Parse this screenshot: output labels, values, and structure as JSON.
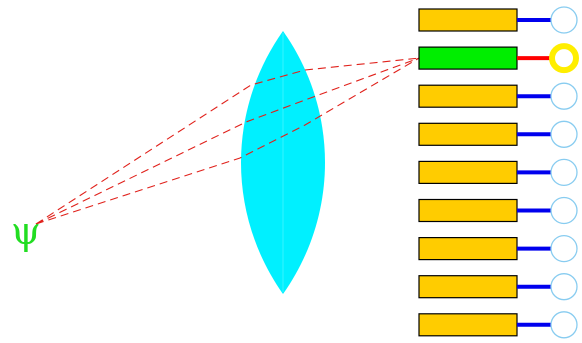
{
  "source": {
    "symbol": "ψ",
    "color": "#22dd22"
  },
  "lens": {
    "fill": "#00f0ff"
  },
  "rays": {
    "color": "#e0201a",
    "style": "dashed",
    "count": 3
  },
  "elements": {
    "count": 9,
    "active_index": 1,
    "bar_fill": "#ffcc00",
    "active_bar_fill": "#00ee00",
    "connector_color": "#0000ee",
    "active_connector_color": "#ff0000",
    "port_stroke": "#88ccf0",
    "active_port_stroke": "#ffee00"
  }
}
